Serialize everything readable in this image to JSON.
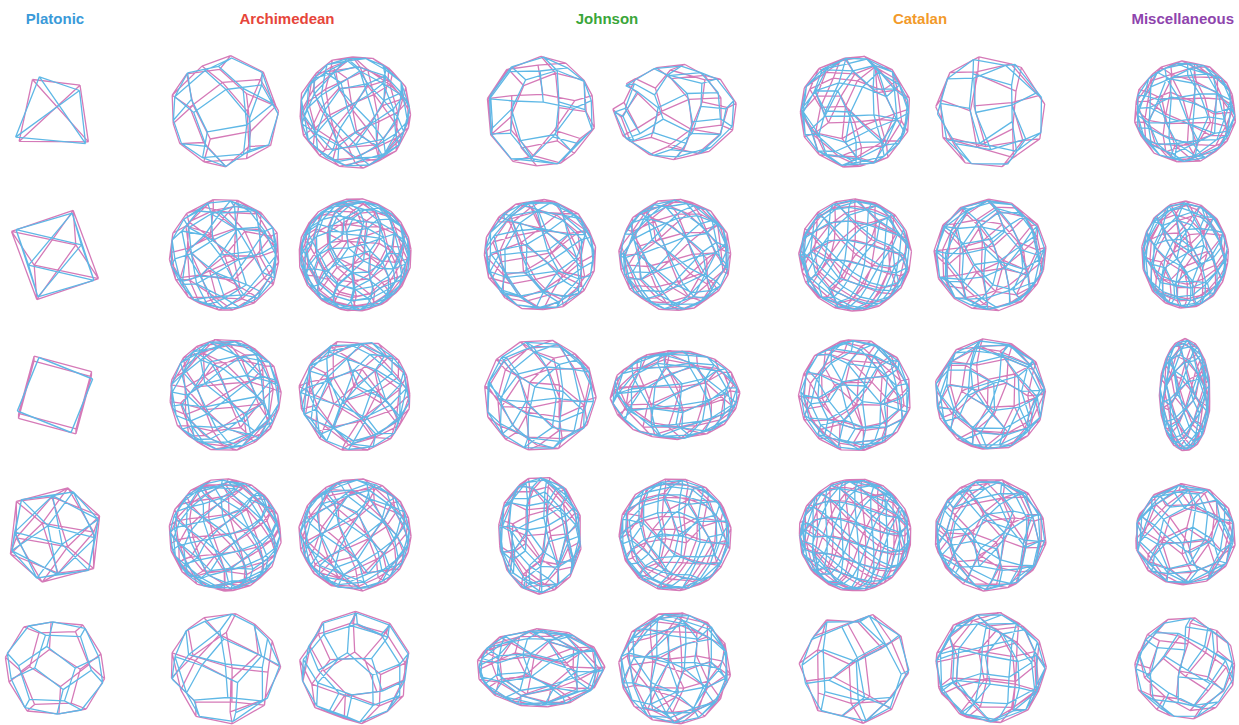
{
  "diagram": {
    "labels": [
      "Platonic",
      "Archimedean",
      "Johnson",
      "Catalan",
      "Miscellaneous"
    ]
  }
}
